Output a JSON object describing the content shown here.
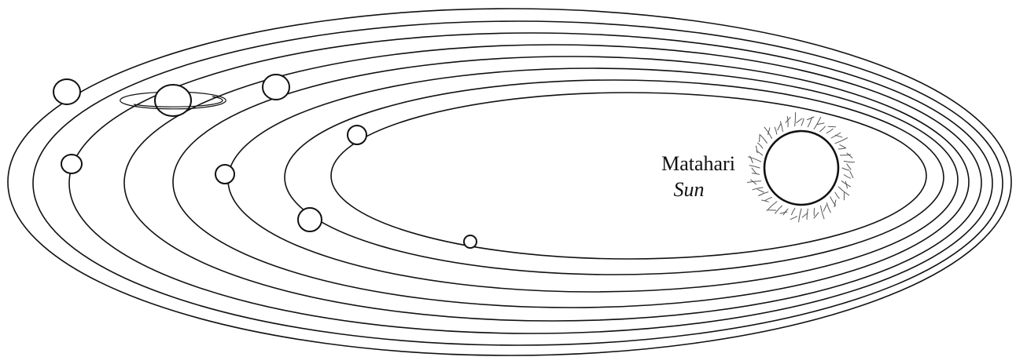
{
  "sun": {
    "label": "Matahari",
    "label_en": "Sun"
  },
  "orbit_count": 8,
  "planet_count": 8,
  "colors": {
    "line": "#111111",
    "background": "#ffffff"
  }
}
